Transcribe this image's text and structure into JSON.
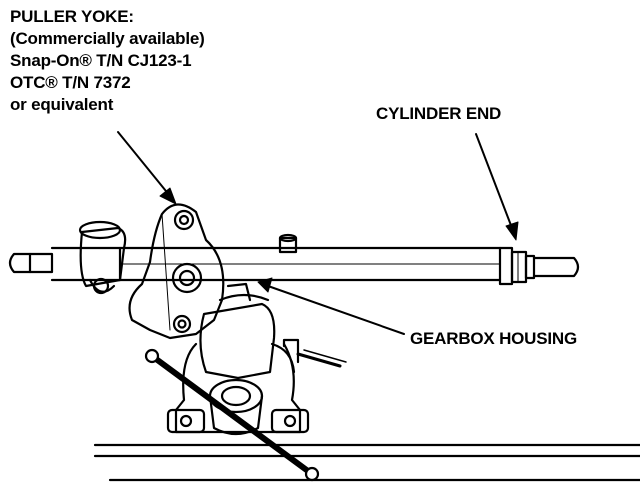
{
  "labels": {
    "puller_yoke": {
      "line1": "PULLER YOKE:",
      "line2": "(Commercially available)",
      "line3": "Snap-On® T/N CJ123-1",
      "line4": "OTC® T/N 7372",
      "line5": "or equivalent"
    },
    "cylinder_end": "CYLINDER END",
    "gearbox_housing": "GEARBOX HOUSING"
  }
}
